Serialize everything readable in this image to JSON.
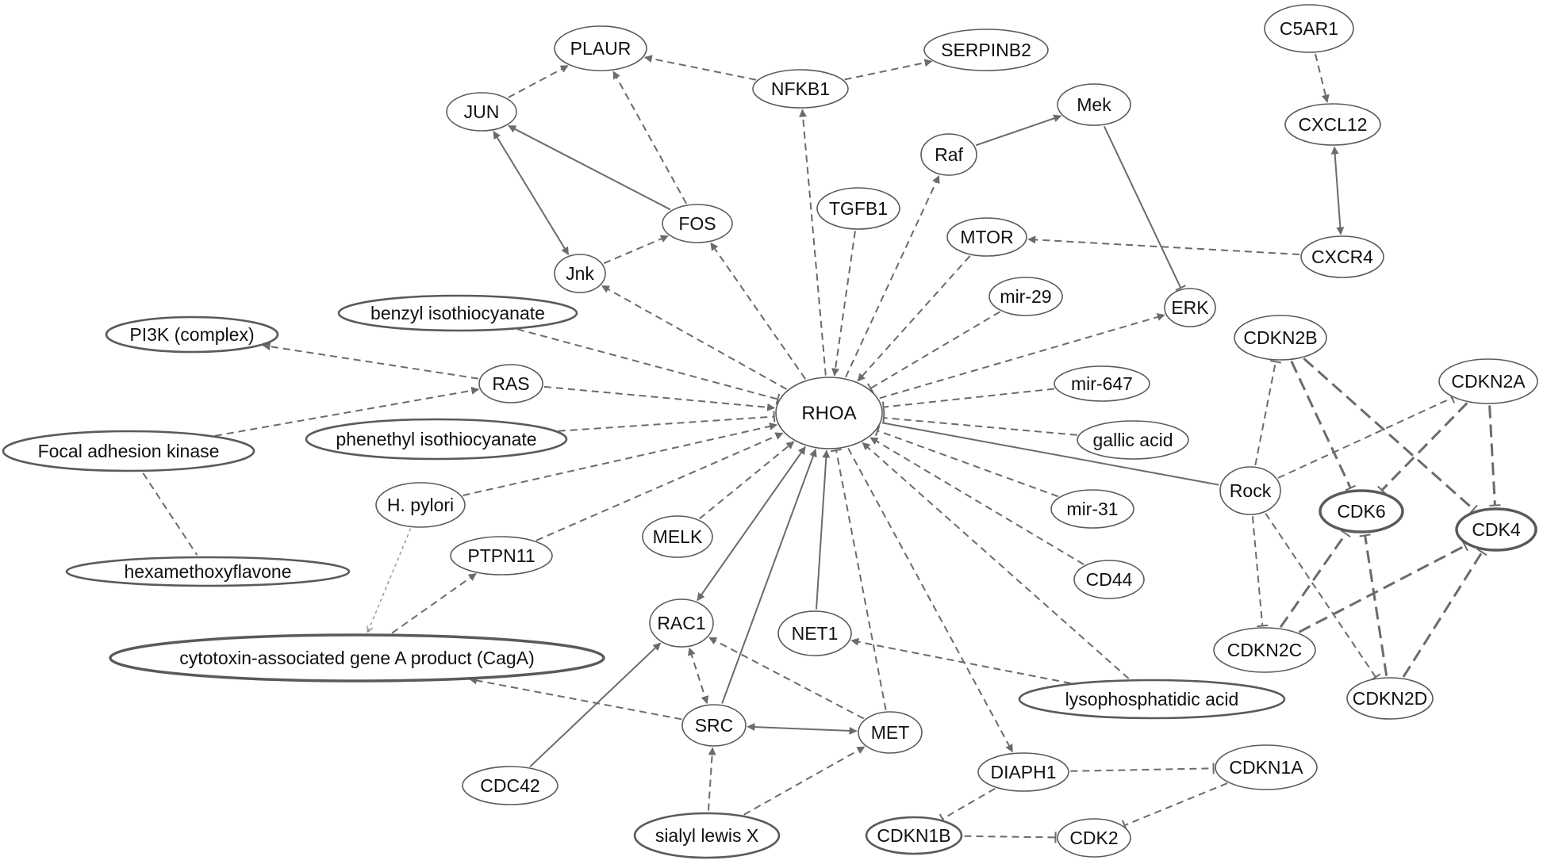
{
  "diagram": {
    "nodes": [
      {
        "id": "PLAUR",
        "label": "PLAUR",
        "ring": 1
      },
      {
        "id": "NFKB1",
        "label": "NFKB1",
        "ring": 1
      },
      {
        "id": "SERPINB2",
        "label": "SERPINB2",
        "ring": 1
      },
      {
        "id": "C5AR1",
        "label": "C5AR1",
        "ring": 1
      },
      {
        "id": "JUN",
        "label": "JUN",
        "ring": 1
      },
      {
        "id": "Mek",
        "label": "Mek",
        "ring": 1
      },
      {
        "id": "CXCL12",
        "label": "CXCL12",
        "ring": 1
      },
      {
        "id": "Raf",
        "label": "Raf",
        "ring": 1
      },
      {
        "id": "TGFB1",
        "label": "TGFB1",
        "ring": 1
      },
      {
        "id": "FOS",
        "label": "FOS",
        "ring": 1
      },
      {
        "id": "MTOR",
        "label": "MTOR",
        "ring": 1
      },
      {
        "id": "CXCR4",
        "label": "CXCR4",
        "ring": 1
      },
      {
        "id": "Jnk",
        "label": "Jnk",
        "ring": 1
      },
      {
        "id": "mir29",
        "label": "mir-29",
        "ring": 1
      },
      {
        "id": "ERK",
        "label": "ERK",
        "ring": 1
      },
      {
        "id": "benzyl",
        "label": "benzyl isothiocyanate",
        "ring": 2
      },
      {
        "id": "PI3K",
        "label": "PI3K (complex)",
        "ring": 2
      },
      {
        "id": "CDKN2B",
        "label": "CDKN2B",
        "ring": 1
      },
      {
        "id": "RAS",
        "label": "RAS",
        "ring": 1
      },
      {
        "id": "mir647",
        "label": "mir-647",
        "ring": 1
      },
      {
        "id": "CDKN2A",
        "label": "CDKN2A",
        "ring": 1
      },
      {
        "id": "RHOA",
        "label": "RHOA",
        "ring": 1
      },
      {
        "id": "phenethyl",
        "label": "phenethyl isothiocyanate",
        "ring": 2
      },
      {
        "id": "gallic",
        "label": "gallic acid",
        "ring": 1
      },
      {
        "id": "FAK",
        "label": "Focal adhesion kinase",
        "ring": 2
      },
      {
        "id": "Rock",
        "label": "Rock",
        "ring": 1
      },
      {
        "id": "Hpylori",
        "label": "H. pylori",
        "ring": 1
      },
      {
        "id": "CDK6",
        "label": "CDK6",
        "ring": 3
      },
      {
        "id": "CDK4",
        "label": "CDK4",
        "ring": 3
      },
      {
        "id": "mir31",
        "label": "mir-31",
        "ring": 1
      },
      {
        "id": "MELK",
        "label": "MELK",
        "ring": 1
      },
      {
        "id": "PTPN11",
        "label": "PTPN11",
        "ring": 1
      },
      {
        "id": "hexa",
        "label": "hexamethoxyflavone",
        "ring": 2
      },
      {
        "id": "CD44",
        "label": "CD44",
        "ring": 1
      },
      {
        "id": "RAC1",
        "label": "RAC1",
        "ring": 1
      },
      {
        "id": "NET1",
        "label": "NET1",
        "ring": 1
      },
      {
        "id": "CDKN2C",
        "label": "CDKN2C",
        "ring": 1
      },
      {
        "id": "CagA",
        "label": "cytotoxin-associated gene A product (CagA)",
        "ring": 3
      },
      {
        "id": "lyso",
        "label": "lysophosphatidic acid",
        "ring": 2
      },
      {
        "id": "CDKN2D",
        "label": "CDKN2D",
        "ring": 1
      },
      {
        "id": "SRC",
        "label": "SRC",
        "ring": 1
      },
      {
        "id": "MET",
        "label": "MET",
        "ring": 1
      },
      {
        "id": "DIAPH1",
        "label": "DIAPH1",
        "ring": 1
      },
      {
        "id": "CDKN1A",
        "label": "CDKN1A",
        "ring": 1
      },
      {
        "id": "CDC42",
        "label": "CDC42",
        "ring": 1
      },
      {
        "id": "CDKN1B",
        "label": "CDKN1B",
        "ring": 2
      },
      {
        "id": "CDK2",
        "label": "CDK2",
        "ring": 1
      },
      {
        "id": "sialyl",
        "label": "sialyl lewis X",
        "ring": 2
      }
    ],
    "edges": [
      {
        "from": "NFKB1",
        "to": "PLAUR",
        "style": "dashed",
        "end": "arrow"
      },
      {
        "from": "NFKB1",
        "to": "SERPINB2",
        "style": "dashed",
        "end": "arrow"
      },
      {
        "from": "JUN",
        "to": "PLAUR",
        "style": "dashed",
        "end": "arrow"
      },
      {
        "from": "FOS",
        "to": "PLAUR",
        "style": "dashed",
        "end": "arrow"
      },
      {
        "from": "FOS",
        "to": "JUN",
        "style": "solid",
        "end": "arrow"
      },
      {
        "from": "JUN",
        "to": "Jnk",
        "style": "solid",
        "end": "arrow",
        "start": "arrow"
      },
      {
        "from": "Jnk",
        "to": "FOS",
        "style": "dashed",
        "end": "arrow"
      },
      {
        "from": "RHOA",
        "to": "Jnk",
        "style": "dashed",
        "end": "arrow"
      },
      {
        "from": "RHOA",
        "to": "FOS",
        "style": "dashed",
        "end": "arrow"
      },
      {
        "from": "RHOA",
        "to": "NFKB1",
        "style": "dashed",
        "end": "arrow"
      },
      {
        "from": "TGFB1",
        "to": "RHOA",
        "style": "dashed",
        "end": "arrow"
      },
      {
        "from": "RHOA",
        "to": "Raf",
        "style": "dashed",
        "end": "arrow"
      },
      {
        "from": "Raf",
        "to": "Mek",
        "style": "solid",
        "end": "arrow"
      },
      {
        "from": "Mek",
        "to": "ERK",
        "style": "solid",
        "end": "inhibit"
      },
      {
        "from": "MTOR",
        "to": "RHOA",
        "style": "dashed",
        "end": "arrow"
      },
      {
        "from": "CXCR4",
        "to": "MTOR",
        "style": "dashed",
        "end": "arrow"
      },
      {
        "from": "C5AR1",
        "to": "CXCL12",
        "style": "dashed",
        "end": "arrow"
      },
      {
        "from": "CXCL12",
        "to": "CXCR4",
        "style": "solid",
        "end": "arrow",
        "start": "arrow"
      },
      {
        "from": "mir29",
        "to": "RHOA",
        "style": "dashed",
        "end": "inhibit"
      },
      {
        "from": "RHOA",
        "to": "ERK",
        "style": "dashed",
        "end": "arrow"
      },
      {
        "from": "mir647",
        "to": "RHOA",
        "style": "dashed",
        "end": "inhibit"
      },
      {
        "from": "gallic",
        "to": "RHOA",
        "style": "dashed",
        "end": "inhibit"
      },
      {
        "from": "mir31",
        "to": "RHOA",
        "style": "dashed",
        "end": "inhibit"
      },
      {
        "from": "CD44",
        "to": "RHOA",
        "style": "dashed",
        "end": "arrow"
      },
      {
        "from": "lyso",
        "to": "RHOA",
        "style": "dashed",
        "end": "arrow"
      },
      {
        "from": "RHOA",
        "to": "Rock",
        "style": "solid",
        "end": "none"
      },
      {
        "from": "benzyl",
        "to": "RHOA",
        "style": "dashed",
        "end": "inhibit"
      },
      {
        "from": "RAS",
        "to": "PI3K",
        "style": "dashed",
        "end": "arrow"
      },
      {
        "from": "RAS",
        "to": "RHOA",
        "style": "dashed",
        "end": "arrow"
      },
      {
        "from": "FAK",
        "to": "RAS",
        "style": "dashed",
        "end": "arrow"
      },
      {
        "from": "phenethyl",
        "to": "RHOA",
        "style": "dashed",
        "end": "inhibit"
      },
      {
        "from": "FAK",
        "to": "hexa",
        "style": "dashed",
        "end": "none"
      },
      {
        "from": "Hpylori",
        "to": "RHOA",
        "style": "dashed",
        "end": "arrow"
      },
      {
        "from": "PTPN11",
        "to": "RHOA",
        "style": "dashed",
        "end": "arrow"
      },
      {
        "from": "MELK",
        "to": "RHOA",
        "style": "dashed",
        "end": "arrow"
      },
      {
        "from": "Hpylori",
        "to": "CagA",
        "style": "dotted",
        "end": "arrow"
      },
      {
        "from": "CagA",
        "to": "PTPN11",
        "style": "dashed",
        "end": "arrow"
      },
      {
        "from": "RHOA",
        "to": "RAC1",
        "style": "solid",
        "end": "arrow",
        "start": "arrow"
      },
      {
        "from": "SRC",
        "to": "RHOA",
        "style": "solid",
        "end": "arrow"
      },
      {
        "from": "NET1",
        "to": "RHOA",
        "style": "solid",
        "end": "arrow"
      },
      {
        "from": "MET",
        "to": "RHOA",
        "style": "dashed",
        "end": "inhibit"
      },
      {
        "from": "RHOA",
        "to": "DIAPH1",
        "style": "dashed",
        "end": "arrow"
      },
      {
        "from": "lyso",
        "to": "NET1",
        "style": "dashed",
        "end": "arrow"
      },
      {
        "from": "SRC",
        "to": "RAC1",
        "style": "dashed",
        "end": "arrow",
        "start": "arrow"
      },
      {
        "from": "MET",
        "to": "RAC1",
        "style": "dashed",
        "end": "arrow"
      },
      {
        "from": "CDC42",
        "to": "RAC1",
        "style": "solid",
        "end": "arrow"
      },
      {
        "from": "SRC",
        "to": "CagA",
        "style": "dashed",
        "end": "arrow"
      },
      {
        "from": "SRC",
        "to": "MET",
        "style": "solid",
        "end": "arrow",
        "start": "arrow"
      },
      {
        "from": "sialyl",
        "to": "SRC",
        "style": "dashed",
        "end": "arrow"
      },
      {
        "from": "sialyl",
        "to": "MET",
        "style": "dashed",
        "end": "arrow"
      },
      {
        "from": "DIAPH1",
        "to": "CDKN1A",
        "style": "dashed",
        "end": "inhibit"
      },
      {
        "from": "DIAPH1",
        "to": "CDKN1B",
        "style": "dashed",
        "end": "inhibit"
      },
      {
        "from": "CDKN1B",
        "to": "CDK2",
        "style": "dashed",
        "end": "inhibit"
      },
      {
        "from": "CDKN1A",
        "to": "CDK2",
        "style": "dashed",
        "end": "inhibit"
      },
      {
        "from": "Rock",
        "to": "CDKN2B",
        "style": "dashed",
        "end": "inhibit"
      },
      {
        "from": "Rock",
        "to": "CDKN2A",
        "style": "dashed",
        "end": "inhibit"
      },
      {
        "from": "Rock",
        "to": "CDKN2C",
        "style": "dashed",
        "end": "inhibit"
      },
      {
        "from": "Rock",
        "to": "CDKN2D",
        "style": "dashed",
        "end": "inhibit"
      },
      {
        "from": "CDKN2B",
        "to": "CDK6",
        "style": "longdash",
        "end": "inhibit"
      },
      {
        "from": "CDKN2B",
        "to": "CDK4",
        "style": "longdash",
        "end": "inhibit"
      },
      {
        "from": "CDKN2A",
        "to": "CDK6",
        "style": "longdash",
        "end": "inhibit"
      },
      {
        "from": "CDKN2A",
        "to": "CDK4",
        "style": "longdash",
        "end": "inhibit"
      },
      {
        "from": "CDKN2C",
        "to": "CDK6",
        "style": "longdash",
        "end": "inhibit"
      },
      {
        "from": "CDKN2C",
        "to": "CDK4",
        "style": "longdash",
        "end": "inhibit"
      },
      {
        "from": "CDKN2D",
        "to": "CDK6",
        "style": "longdash",
        "end": "inhibit"
      },
      {
        "from": "CDKN2D",
        "to": "CDK4",
        "style": "longdash",
        "end": "inhibit"
      }
    ]
  }
}
